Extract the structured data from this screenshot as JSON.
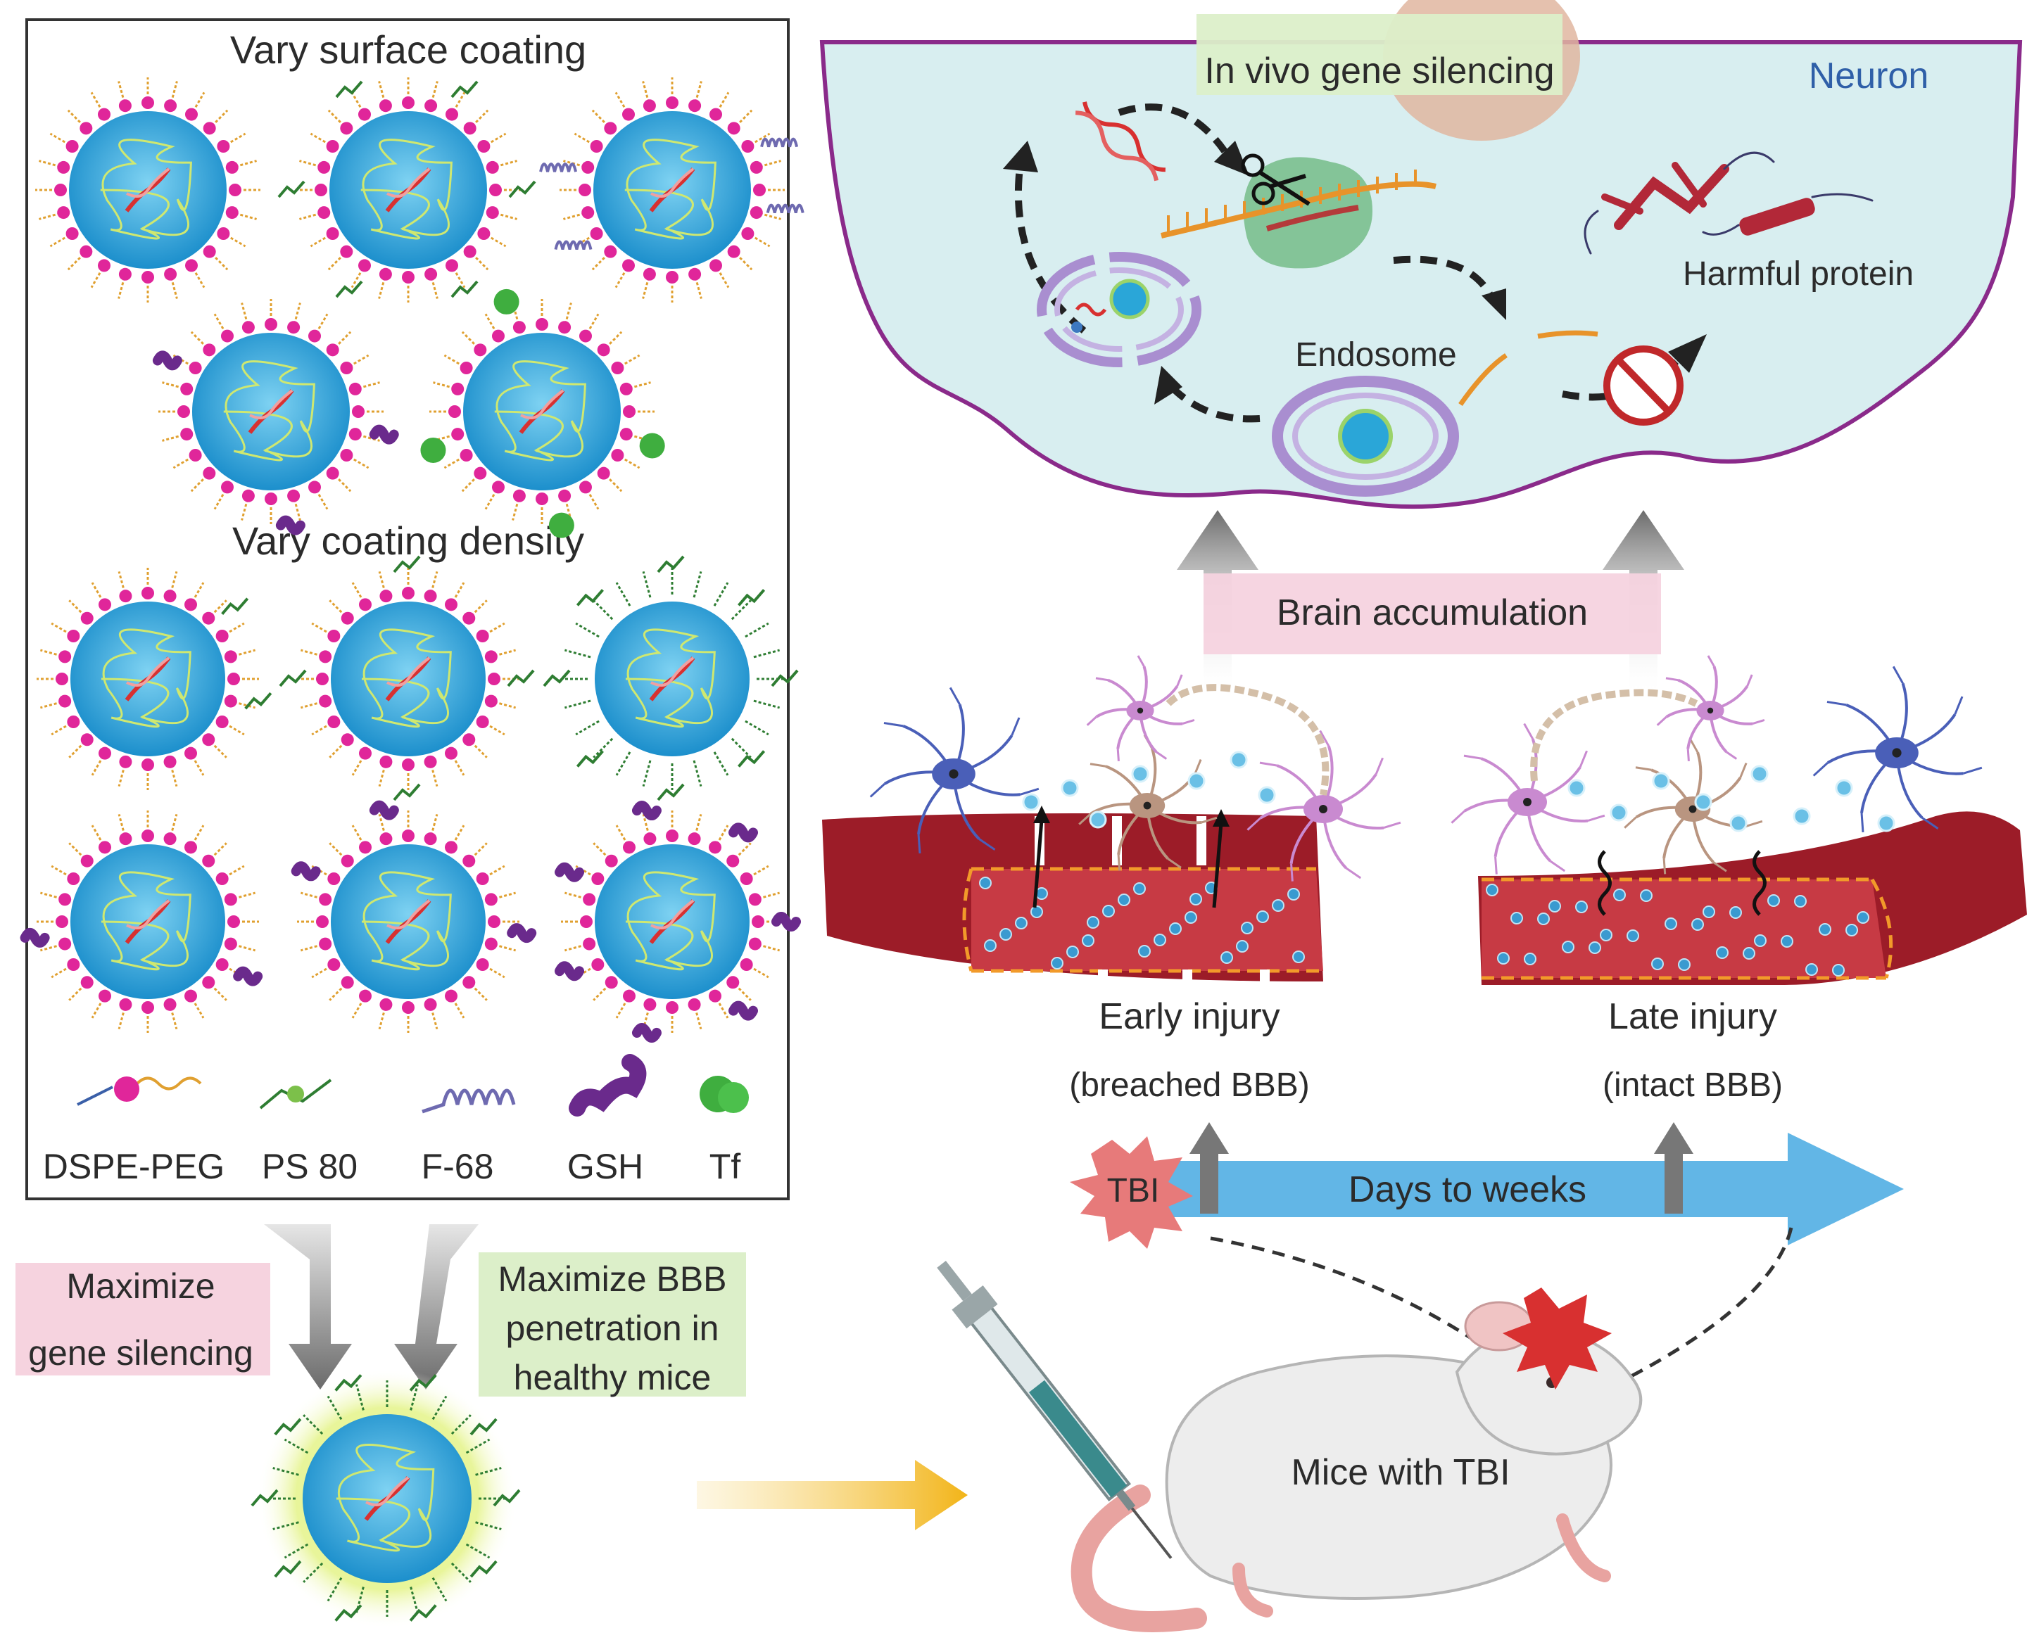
{
  "left_panel": {
    "title_surface": "Vary surface coating",
    "title_density": "Vary coating density",
    "legend": [
      {
        "label": "DSPE-PEG",
        "icon": "dspe-peg-icon",
        "color": "#e0269a"
      },
      {
        "label": "PS 80",
        "icon": "ps80-icon",
        "color": "#3f9a3f"
      },
      {
        "label": "F-68",
        "icon": "f68-icon",
        "color": "#6e6ab0"
      },
      {
        "label": "GSH",
        "icon": "gsh-icon",
        "color": "#6a2a8c"
      },
      {
        "label": "Tf",
        "icon": "tf-icon",
        "color": "#3fae3f"
      }
    ]
  },
  "optimization": {
    "maximize_gene_silencing": [
      "Maximize",
      "gene silencing"
    ],
    "maximize_bbb": [
      "Maximize BBB",
      "penetration in",
      "healthy mice"
    ]
  },
  "neuron": {
    "cell_label": "Neuron",
    "process_label": "In vivo gene silencing",
    "endosome_label": "Endosome",
    "protein_label": "Harmful protein"
  },
  "brain_accumulation": "Brain accumulation",
  "injury": {
    "early_label": "Early injury",
    "early_sub": "(breached BBB)",
    "late_label": "Late injury",
    "late_sub": "(intact BBB)"
  },
  "timeline": {
    "start": "TBI",
    "label": "Days to weeks"
  },
  "mouse_label": "Mice with TBI",
  "colors": {
    "nanoparticle_core": "#2aa6d8",
    "peg_head": "#e0269a",
    "neuron_fill": "#d8eef0",
    "neuron_border": "#8a2a8a",
    "vessel": "#9c1c28",
    "timeline_arrow": "#62b6e6",
    "tbi_burst": "#e77a7a",
    "label_pink": "#f6d3df",
    "label_green": "#dcefc9",
    "injection_arrow": "#f2b418"
  }
}
